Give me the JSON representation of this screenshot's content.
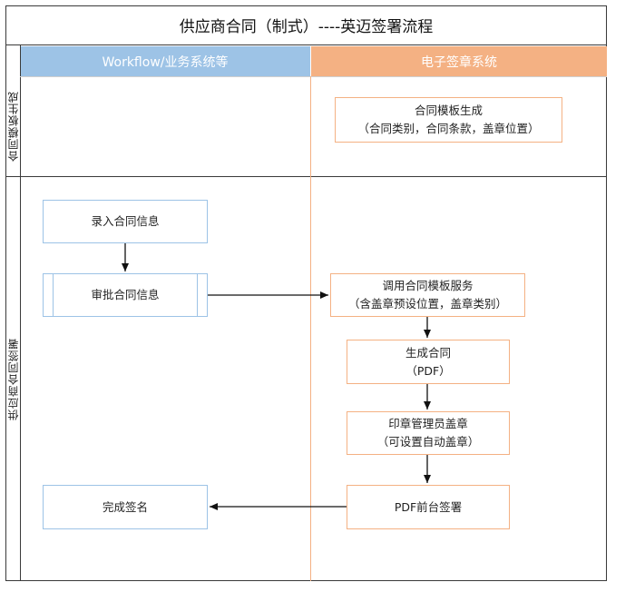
{
  "title": "供应商合同（制式）----英迈签署流程",
  "lanes": {
    "workflow": "Workflow/业务系统等",
    "esign": "电子签章系统"
  },
  "phases": {
    "template": "合同模板生成",
    "signing": "供应商合同签署"
  },
  "nodes": {
    "template_gen": {
      "line1": "合同模板生成",
      "line2": "（合同类别，合同条款，盖章位置）"
    },
    "enter_info": {
      "line1": "录入合同信息"
    },
    "approve_info": {
      "line1": "审批合同信息"
    },
    "call_template": {
      "line1": "调用合同模板服务",
      "line2": "（含盖章预设位置，盖章类别）"
    },
    "gen_contract": {
      "line1": "生成合同",
      "line2": "（PDF）"
    },
    "seal_admin": {
      "line1": "印章管理员盖章",
      "line2": "（可设置自动盖章）"
    },
    "pdf_sign": {
      "line1": "PDF前台签署"
    },
    "complete": {
      "line1": "完成签名"
    }
  },
  "colors": {
    "workflow_lane": "#9dc3e6",
    "esign_lane": "#f4b183",
    "border": "#3a3a3a"
  }
}
